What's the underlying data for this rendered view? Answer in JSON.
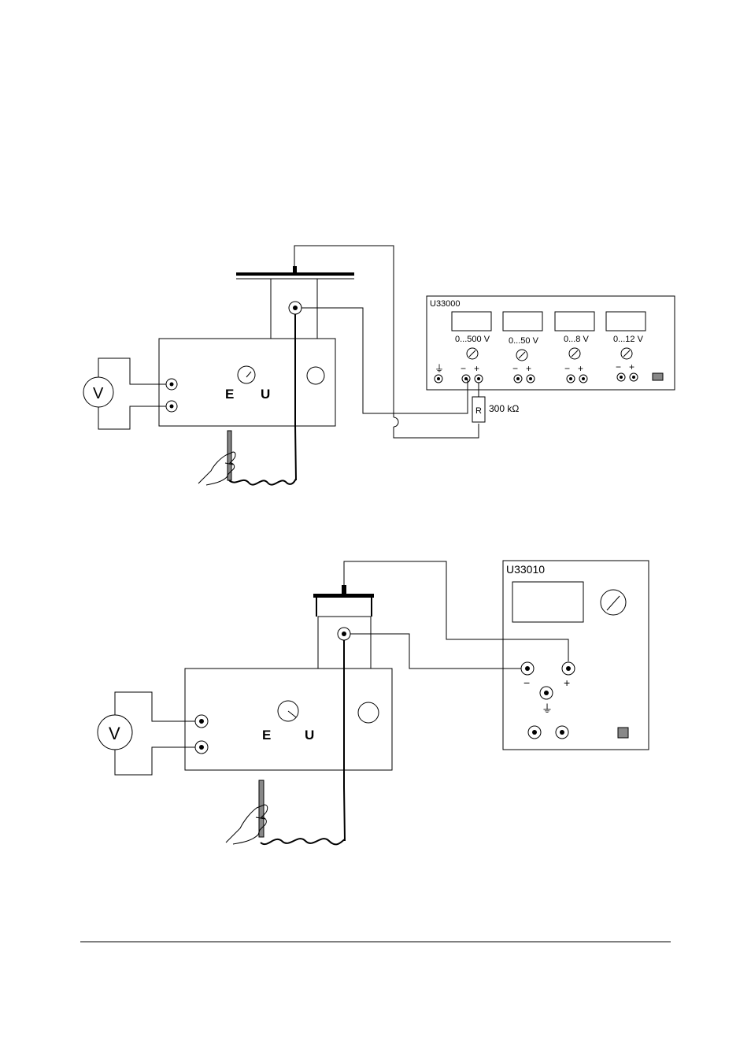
{
  "setup1": {
    "voltmeter_symbol": "V",
    "meter_labels": {
      "e": "E",
      "u": "U"
    },
    "supply": {
      "model": "U33000",
      "ranges": [
        "0...500 V",
        "0...50 V",
        "0...8 V",
        "0...12 V"
      ],
      "ground_symbol": "⏚",
      "polarity": {
        "minus": "−",
        "plus": "+"
      }
    },
    "resistor": {
      "symbol": "R",
      "value": "300 kΩ"
    }
  },
  "setup2": {
    "voltmeter_symbol": "V",
    "meter_labels": {
      "e": "E",
      "u": "U"
    },
    "supply": {
      "model": "U33010",
      "polarity": {
        "minus": "−",
        "plus": "+"
      },
      "ground_symbol": "⏚"
    }
  }
}
